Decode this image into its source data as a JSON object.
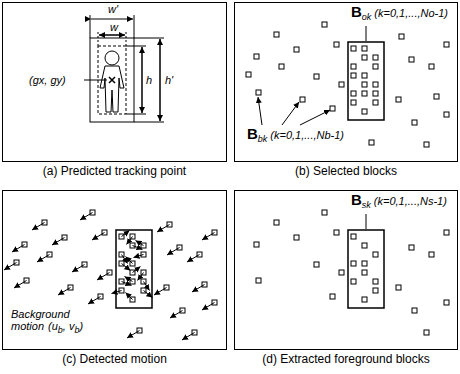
{
  "diagram": {
    "nodes": [
      {
        "text": [
          "(a) Predicted tracking point"
        ]
      },
      {
        "text": [
          "(b) Selected blocks"
        ]
      },
      {
        "text": [
          "(c) Detected motion"
        ]
      },
      {
        "text": [
          "(d) Extracted foreground blocks"
        ]
      }
    ],
    "labels": [
      "w'",
      "w",
      "h",
      "h'",
      "(gx, gy)",
      "B",
      "ok",
      "(k=0,1,...,No-1)",
      "B",
      "bk",
      "(k=0,1,...,Nb-1)",
      "Background motion",
      "(u",
      "b",
      ", v",
      "b",
      ")",
      "B",
      "sk",
      "(k=0,1,...,Ns-1)"
    ]
  }
}
